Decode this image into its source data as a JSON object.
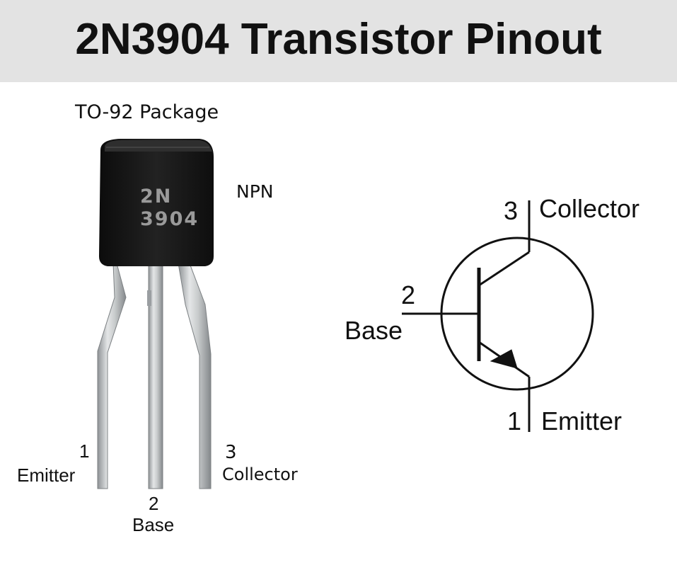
{
  "title": "2N3904 Transistor Pinout",
  "package": {
    "label": "TO-92 Package",
    "type_label": "NPN",
    "marking_line1": "2N",
    "marking_line2": "3904"
  },
  "pins": [
    {
      "number": "1",
      "name": "Emitter"
    },
    {
      "number": "2",
      "name": "Base"
    },
    {
      "number": "3",
      "name": "Collector"
    }
  ],
  "schematic": {
    "collector": {
      "number": "3",
      "name": "Collector"
    },
    "base": {
      "number": "2",
      "name": "Base"
    },
    "emitter": {
      "number": "1",
      "name": "Emitter"
    }
  },
  "colors": {
    "header_bg": "#e3e3e3",
    "package_body": "#1a1a1a",
    "leads": "#b8bcbf",
    "text": "#111111"
  }
}
